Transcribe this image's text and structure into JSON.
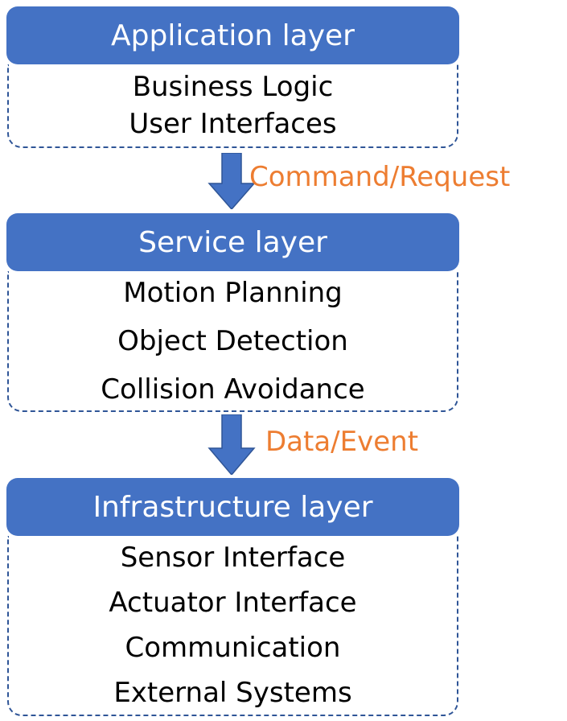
{
  "colors": {
    "header_fill": "#4472c4",
    "dashed_border": "#2f5597",
    "arrow_fill": "#4472c4",
    "label_orange": "#ed7d31"
  },
  "layers": [
    {
      "title": "Application layer",
      "items": [
        "Business Logic",
        "User Interfaces"
      ]
    },
    {
      "title": "Service layer",
      "items": [
        "Motion Planning",
        "Object Detection",
        "Collision Avoidance"
      ]
    },
    {
      "title": "Infrastructure layer",
      "items": [
        "Sensor Interface",
        "Actuator Interface",
        "Communication",
        "External Systems"
      ]
    }
  ],
  "arrows": [
    {
      "label": "Command/Request"
    },
    {
      "label": "Data/Event"
    }
  ]
}
